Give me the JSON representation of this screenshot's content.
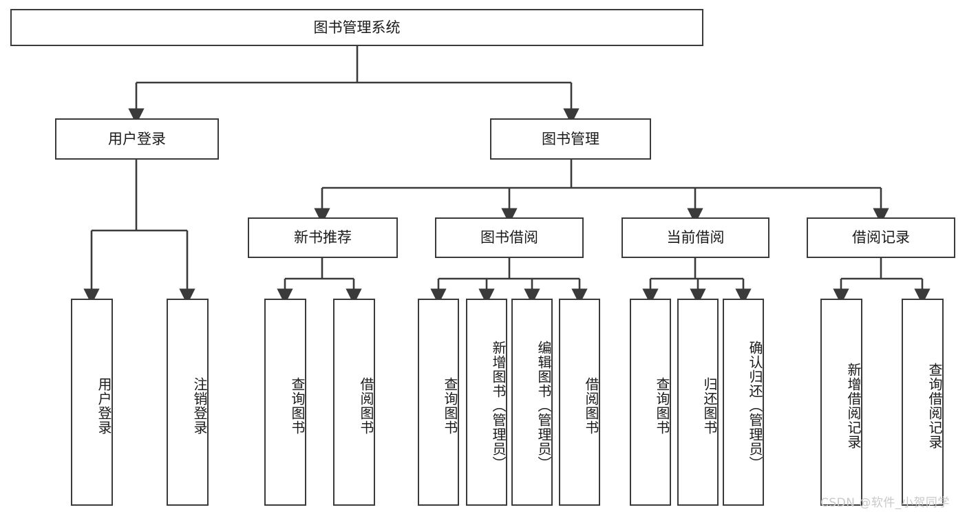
{
  "diagram": {
    "type": "tree-structure-chart",
    "title": "图书管理系统",
    "root": {
      "label": "图书管理系统"
    },
    "level2": [
      {
        "label": "用户登录"
      },
      {
        "label": "图书管理"
      }
    ],
    "level3": [
      {
        "label": "新书推荐"
      },
      {
        "label": "图书借阅"
      },
      {
        "label": "当前借阅"
      },
      {
        "label": "借阅记录"
      }
    ],
    "leaves": {
      "user_login": [
        {
          "label": "用户登录"
        },
        {
          "label": "注销登录"
        }
      ],
      "new_book_recommend": [
        {
          "label": "查询图书"
        },
        {
          "label": "借阅图书"
        }
      ],
      "book_borrow": [
        {
          "label": "查询图书"
        },
        {
          "label": "新增图书（管理员）"
        },
        {
          "label": "编辑图书（管理员）"
        },
        {
          "label": "借阅图书"
        }
      ],
      "current_borrow": [
        {
          "label": "查询图书"
        },
        {
          "label": "归还图书"
        },
        {
          "label": "确认归还（管理员）"
        }
      ],
      "borrow_record": [
        {
          "label": "新增借阅记录"
        },
        {
          "label": "查询借阅记录"
        }
      ]
    }
  },
  "watermark": {
    "text": "CSDN @软件_小贺同学"
  },
  "colors": {
    "border": "#3a3a3a",
    "background": "#ffffff",
    "text": "#1a1a1a",
    "watermark": "#c9c9c9"
  }
}
